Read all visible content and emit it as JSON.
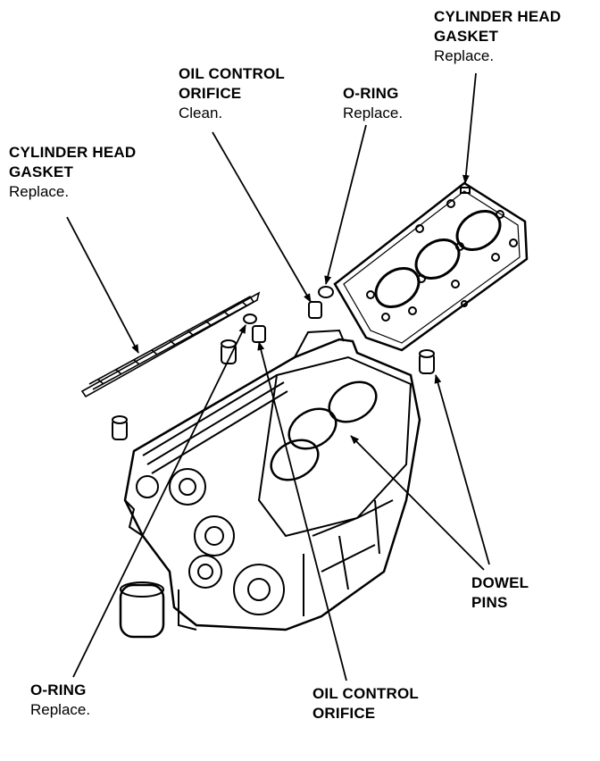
{
  "callouts": {
    "head_gasket_right": {
      "line1": "CYLINDER HEAD",
      "line2": "GASKET",
      "note": "Replace."
    },
    "head_gasket_left": {
      "line1": "CYLINDER HEAD",
      "line2": "GASKET",
      "note": "Replace."
    },
    "oil_orifice_top": {
      "line1": "OIL CONTROL",
      "line2": "ORIFICE",
      "note": "Clean."
    },
    "oring_top": {
      "line1": "O-RING",
      "note": "Replace."
    },
    "dowel_pins": {
      "line1": "DOWEL",
      "line2": "PINS"
    },
    "oring_bottom": {
      "line1": "O-RING",
      "note": "Replace."
    },
    "oil_orifice_bottom": {
      "line1": "OIL CONTROL",
      "line2": "ORIFICE"
    }
  }
}
